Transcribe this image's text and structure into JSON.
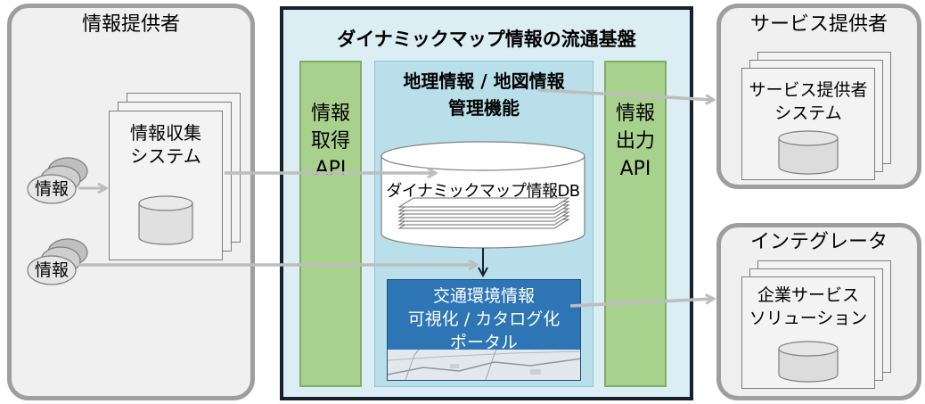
{
  "provider": {
    "title": "情報提供者",
    "system_line1": "情報収集",
    "system_line2": "システム",
    "info1": "情報",
    "info2": "情報"
  },
  "platform": {
    "title": "ダイナミックマップ情報の流通基盤",
    "api_in": [
      "情報",
      "取得",
      "API"
    ],
    "api_out": [
      "情報",
      "出力",
      "API"
    ],
    "mgmt_line1": "地理情報 / 地図情報",
    "mgmt_line2": "管理機能",
    "db_label": "ダイナミックマップ情報DB",
    "portal": [
      "交通環境情報",
      "可視化 / カタログ化",
      "ポータル"
    ]
  },
  "service": {
    "title": "サービス提供者",
    "system_line1": "サービス提供者",
    "system_line2": "システム"
  },
  "integrator": {
    "title": "インテグレータ",
    "system_line1": "企業サービス",
    "system_line2": "ソリューション"
  },
  "colors": {
    "panel_border": "#9e9e9e",
    "platform_bg": "#daeef3",
    "platform_border": "#17202f",
    "api_green": "#a9d18e",
    "portal_blue": "#2e75b6",
    "arrow_gray": "#bdbdbd"
  }
}
